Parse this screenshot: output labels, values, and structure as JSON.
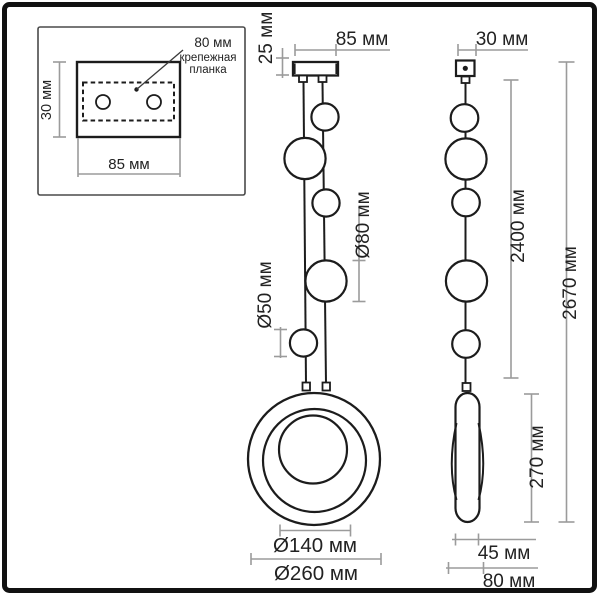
{
  "page": {
    "background": "#ffffff",
    "border_color": "#111111",
    "line_color": "#1c1c1c",
    "dimension_line_color": "#9b9b9b",
    "text_color": "#222222"
  },
  "inset": {
    "leader_label": "80 мм",
    "plate_label_line1": "крепежная",
    "plate_label_line2": "планка",
    "height_label": "30 мм",
    "width_label": "85 мм"
  },
  "front_view": {
    "plate_width_label": "85 мм",
    "plate_height_label": "25 мм",
    "sphere_large_label": "Ø80 мм",
    "sphere_small_label": "Ø50 мм",
    "inner_ring_label": "Ø140 мм",
    "outer_ring_label": "Ø260 мм"
  },
  "side_view": {
    "canopy_width_label": "30 мм",
    "cord_length_label": "2400 мм",
    "total_height_label": "2670 мм",
    "shade_height_label": "270 мм",
    "shade_width_label": "45 мм",
    "shade_depth_label": "80 мм"
  }
}
